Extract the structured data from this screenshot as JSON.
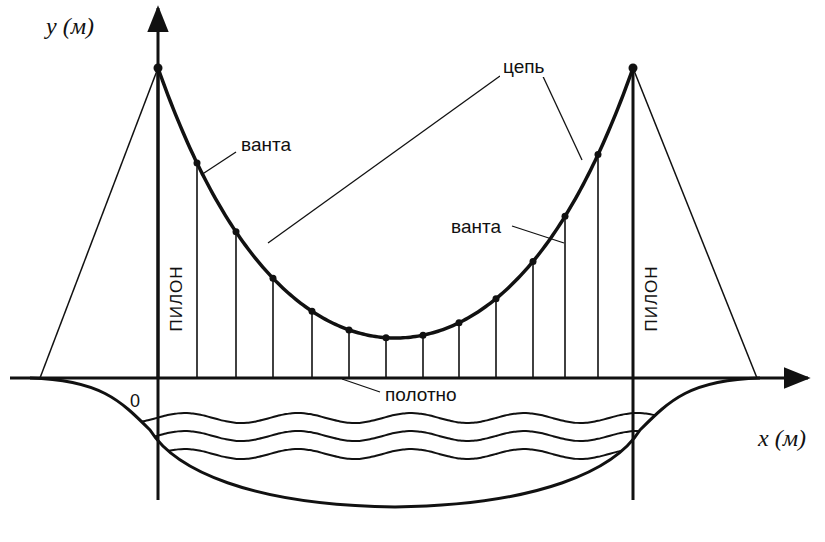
{
  "diagram": {
    "labels": [
      "y (м)",
      "x (м)",
      "0",
      "ванта",
      "цепь",
      "ванта",
      "ПИЛОН",
      "ПИЛОН",
      "полотно"
    ]
  }
}
